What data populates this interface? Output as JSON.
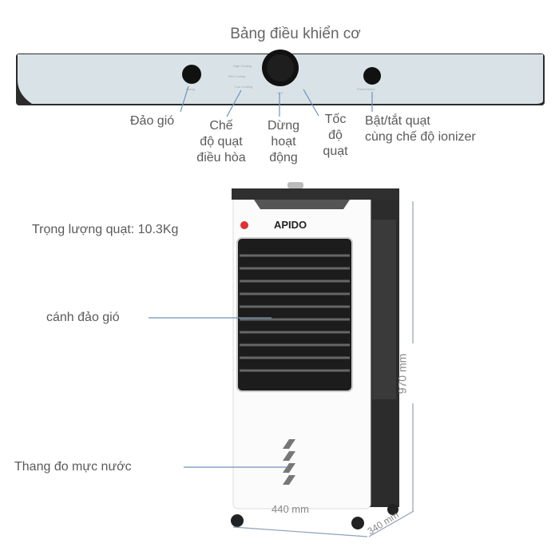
{
  "title": "Bảng điều khiển cơ",
  "controls": [
    {
      "label": "Đảo gió"
    },
    {
      "label_lines": [
        "Chế",
        "độ quạt",
        "điều hòa"
      ]
    },
    {
      "label_lines": [
        "Dừng",
        "hoạt",
        "động"
      ]
    },
    {
      "label_lines": [
        "Tốc",
        "độ",
        "quạt"
      ]
    },
    {
      "label_lines": [
        "Bật/tắt quạt",
        "cùng chế độ ionizer"
      ]
    }
  ],
  "callouts": {
    "weight": "Trọng lượng quạt: 10.3Kg",
    "louver": "cánh đảo gió",
    "water_gauge": "Thang đo mực nước"
  },
  "brand": "APIDO",
  "dimensions": {
    "height": "970 mm",
    "width": "440 mm",
    "depth": "340 mm"
  },
  "colors": {
    "leader_line": "#6f93b8",
    "panel": "#d9e3e7",
    "body": "#ffffff",
    "dark": "#2a2a2a"
  }
}
